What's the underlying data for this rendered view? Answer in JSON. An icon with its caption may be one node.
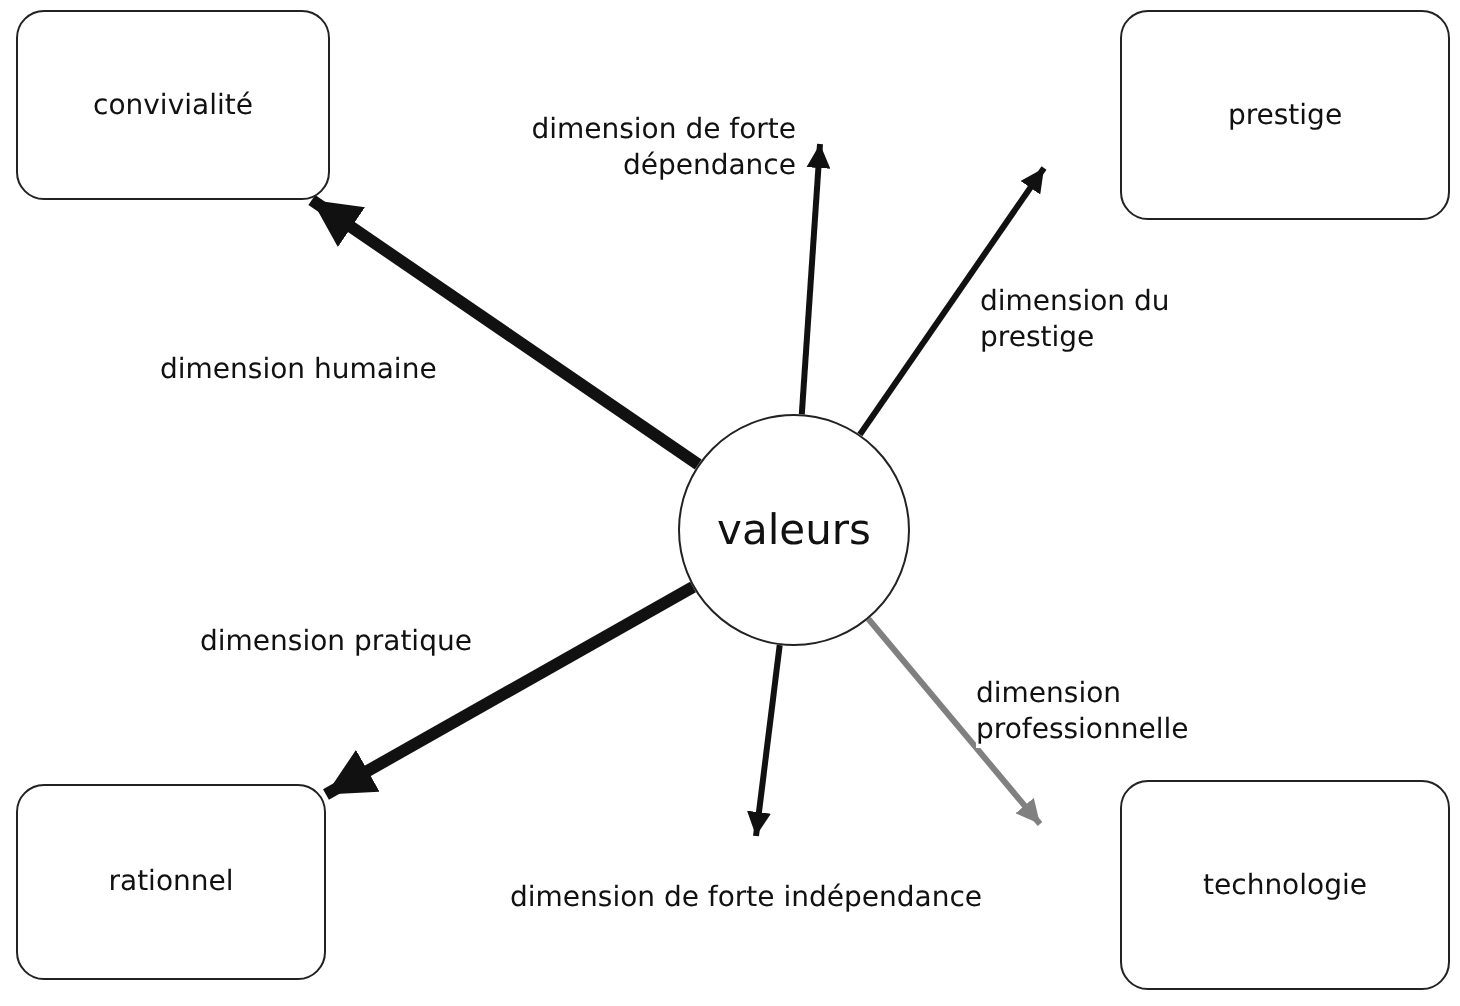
{
  "diagram": {
    "nodes": [
      {
        "text": [
          "convivialité"
        ]
      },
      {
        "text": [
          "prestige"
        ]
      },
      {
        "text": [
          "valeurs"
        ]
      },
      {
        "text": [
          "rationnel"
        ]
      },
      {
        "text": [
          "technologie"
        ]
      }
    ],
    "edges": [
      {
        "from": 2,
        "to": 0,
        "arrow": "to",
        "label": "dimension humaine",
        "style": "thick"
      },
      {
        "from": 2,
        "to": null,
        "arrow": "to",
        "label": "dimension de forte dépendance"
      },
      {
        "from": 2,
        "to": null,
        "arrow": "to",
        "label": "dimension du prestige"
      },
      {
        "from": 2,
        "to": 3,
        "arrow": "to",
        "label": "dimension pratique",
        "style": "thick"
      },
      {
        "from": 2,
        "to": null,
        "arrow": "to",
        "label": "dimension de forte indépendance"
      },
      {
        "from": 2,
        "to": null,
        "arrow": "to",
        "label": "dimension professionnelle",
        "color": "#808080"
      }
    ]
  }
}
